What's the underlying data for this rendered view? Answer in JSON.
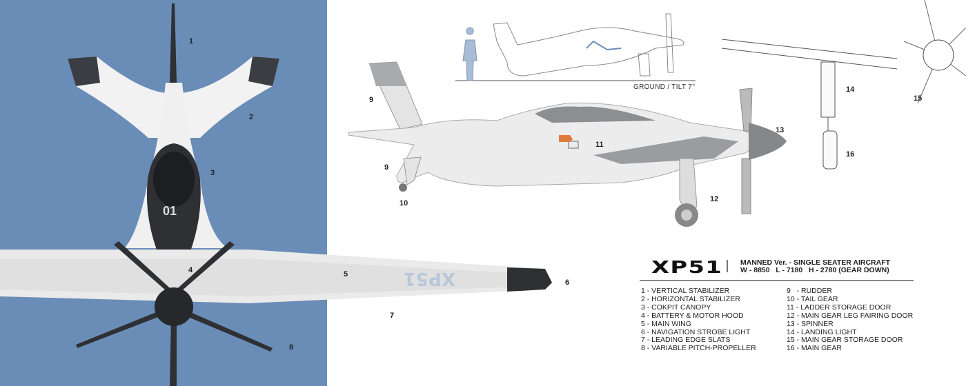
{
  "title": "XP51",
  "subtitle": {
    "line1": "MANNED Ver. - SINGLE SEATER AIRCRAFT",
    "line2": "W - 8850   L - 7180   H - 2780 (GEAR DOWN)"
  },
  "ground_label": "GROUND / TILT 7°",
  "fuselage_marking": "01",
  "wing_marking": "XP51",
  "colors": {
    "background_panel": "#6a8db8",
    "aircraft": "#f2f2f2",
    "dark_trim": "#2e3034"
  },
  "legend_left": [
    "1 - VERTICAL STABILIZER",
    "2 - HORIZONTAL STABILIZER",
    "3 - COKPIT CANOPY",
    "4 - BATTERY & MOTOR HOOD",
    "5 - MAIN WING",
    "6 - NAVIGATION STROBE LIGHT",
    "7 - LEADING EDGE SLATS",
    "8 - VARIABLE PITCH-PROPELLER"
  ],
  "legend_right": [
    "9   - RUDDER",
    "10 - TAIL GEAR",
    "11 - LADDER STORAGE DOOR",
    "12 - MAIN GEAR LEG FAIRING DOOR",
    "13 - SPINNER",
    "14 - LANDING LIGHT",
    "15 - MAIN GEAR STORAGE DOOR",
    "16 - MAIN GEAR"
  ],
  "callouts": [
    "1",
    "2",
    "3",
    "4",
    "5",
    "6",
    "7",
    "8",
    "9",
    "9",
    "10",
    "11",
    "12",
    "13",
    "14",
    "15",
    "16"
  ]
}
